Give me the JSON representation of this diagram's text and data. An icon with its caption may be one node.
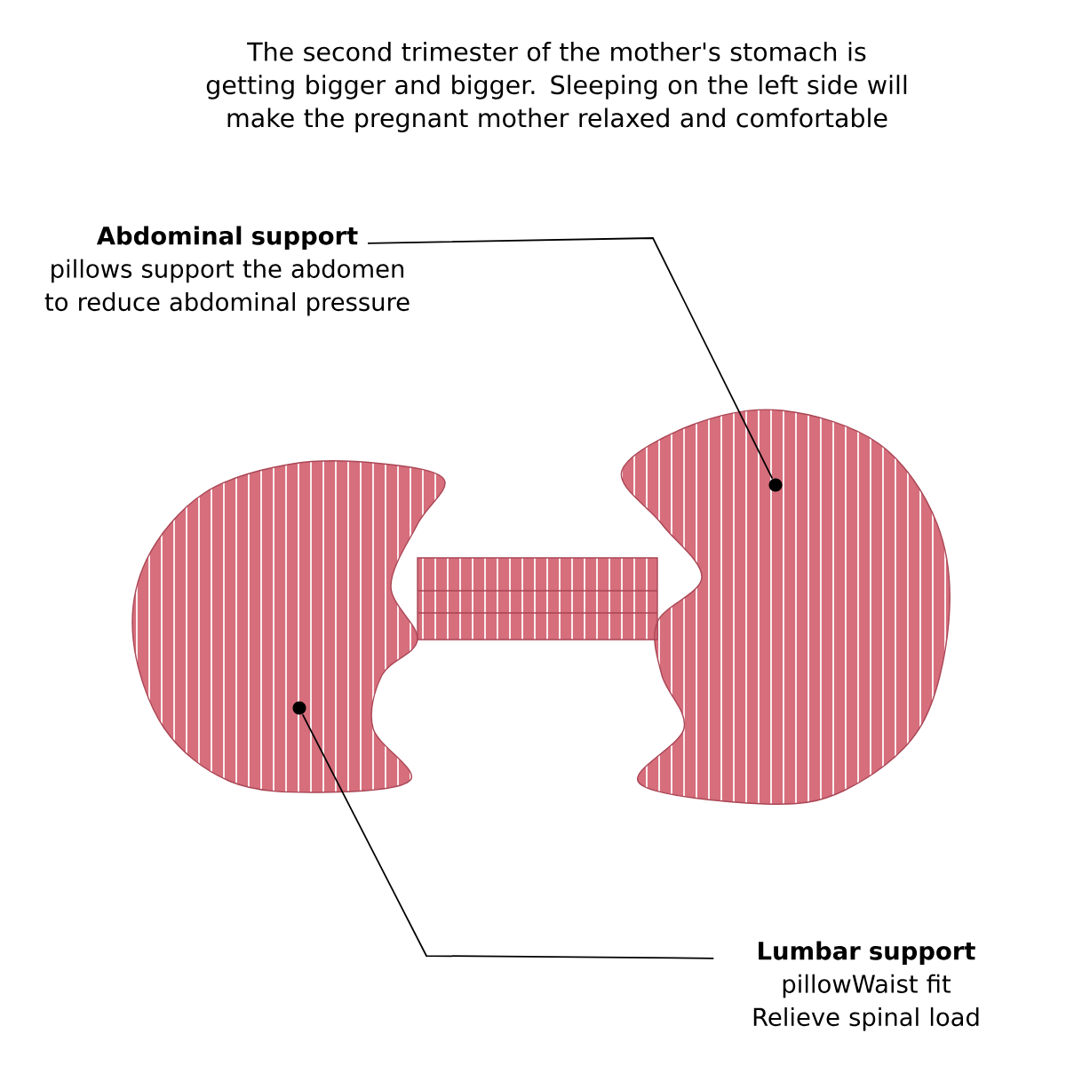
{
  "diagram": {
    "title": "The second trimester of the mother's stomach is getting bigger and bigger. Sleeping on the left side will make the pregnant mother relaxed and comfortable",
    "nodes": [
      {
        "text": [
          "Abdominal support",
          "pillows support the abdomen to reduce abdominal pressure"
        ]
      },
      {
        "text": [
          "Lumbar support",
          "pillowWaist fit Relieve spinal load"
        ]
      },
      {
        "text": [],
        "shape": "circle"
      },
      {
        "text": [],
        "shape": "circle"
      }
    ],
    "edges": [
      {
        "from": 0,
        "to": 2,
        "arrow": "none"
      },
      {
        "from": 1,
        "to": 3,
        "arrow": "none"
      }
    ]
  }
}
